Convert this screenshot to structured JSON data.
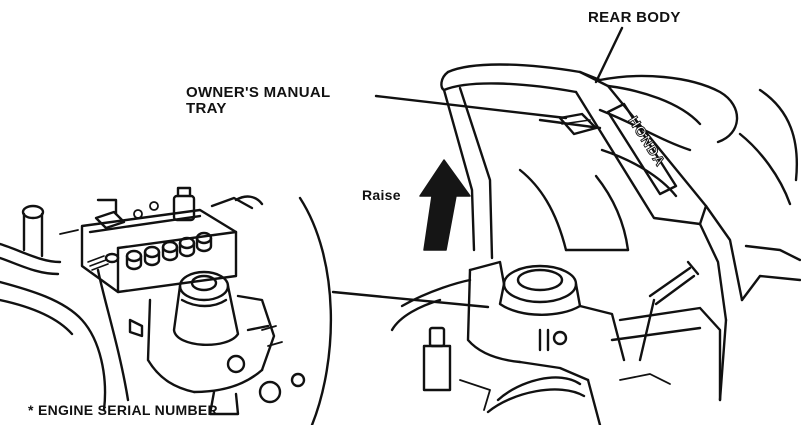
{
  "diagram": {
    "labels": {
      "rear_body": "REAR BODY",
      "manual_tray_line1": "OWNER'S MANUAL",
      "manual_tray_line2": "TRAY",
      "raise": "Raise",
      "engine_serial": "* ENGINE SERIAL NUMBER"
    },
    "badge_text": "HONDA",
    "colors": {
      "ink": "#111111",
      "paper": "#ffffff",
      "arrow": "#151515"
    }
  }
}
